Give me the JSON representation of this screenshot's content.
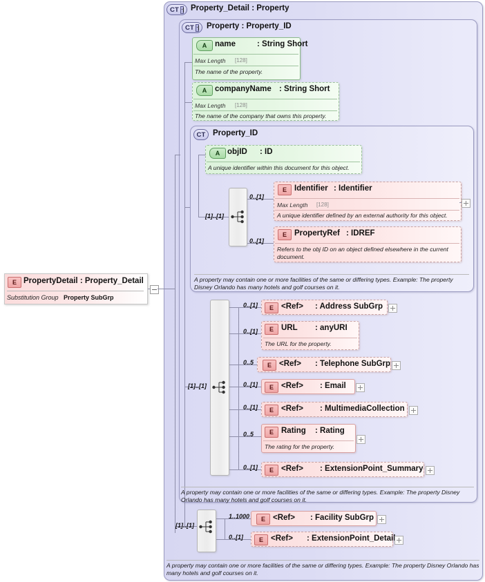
{
  "root_element": {
    "tag": "E",
    "name": "PropertyDetail",
    "type": ": Property_Detail",
    "substitution_label": "Substitution Group",
    "substitution_value": "Property SubGrp"
  },
  "outer_container": {
    "tag": "CT",
    "title": "Property_Detail : Property",
    "has_plus": true
  },
  "property_container": {
    "tag": "CT",
    "title": "Property : Property_ID",
    "has_plus": true
  },
  "attributes": [
    {
      "tag": "A",
      "name": "name",
      "type": ": String Short",
      "facet_label": "Max Length",
      "facet_value": "[128]",
      "doc": "The name of the property.",
      "style": "solid"
    },
    {
      "tag": "A",
      "name": "companyName",
      "type": ": String Short",
      "facet_label": "Max Length",
      "facet_value": "[128]",
      "doc": "The name of the company that owns this property.",
      "style": "dashed"
    }
  ],
  "property_id_container": {
    "tag": "CT",
    "title": "Property_ID",
    "has_plus": false,
    "annotation": "A property may contain one or more facilities of the same or differing types.  Example:  The property Disney Orlando has many hotels and golf courses on it."
  },
  "objid_attribute": {
    "tag": "A",
    "name": "objID",
    "type": ": ID",
    "doc": "A unique identifier within this document for this object.",
    "style": "dashed"
  },
  "choice_group_id": {
    "occurrence": "[1]..[1]",
    "symbol": "choice-symbol",
    "children": [
      {
        "tag": "E",
        "occurrence": "0..[1]",
        "name": "Identifier",
        "type": ": Identifier",
        "facet_label": "Max Length",
        "facet_value": "[128]",
        "doc": "A unique identifier defined by an external authority for this object.",
        "style": "dashed",
        "expandable": true
      },
      {
        "tag": "E",
        "occurrence": "0..[1]",
        "name": "PropertyRef",
        "type": ": IDREF",
        "doc": "Refers to the obj ID on an object defined elsewhere in the current document.",
        "style": "dashed",
        "expandable": false
      }
    ]
  },
  "choice_group_summary": {
    "occurrence": "[1]..[1]",
    "symbol": "choice-symbol",
    "annotation": "A property may contain one or more facilities of the same or differing types.  Example:  The property Disney Orlando has many hotels and golf courses on it.",
    "children": [
      {
        "tag": "E",
        "occurrence": "0..[1]",
        "name": "<Ref>",
        "type": ": Address SubGrp",
        "doc": "",
        "style": "dashed",
        "expandable": true
      },
      {
        "tag": "E",
        "occurrence": "0..[1]",
        "name": "URL",
        "type": ": anyURI",
        "doc": "The URL for the property.",
        "style": "dashed",
        "expandable": false
      },
      {
        "tag": "E",
        "occurrence": "0..5",
        "name": "<Ref>",
        "type": ": Telephone SubGrp",
        "doc": "",
        "style": "dashed",
        "expandable": true
      },
      {
        "tag": "E",
        "occurrence": "0..[1]",
        "name": "<Ref>",
        "type": ": Email",
        "doc": "",
        "style": "solid",
        "expandable": true
      },
      {
        "tag": "E",
        "occurrence": "0..[1]",
        "name": "<Ref>",
        "type": ": MultimediaCollection",
        "doc": "",
        "style": "dashed",
        "expandable": true
      },
      {
        "tag": "E",
        "occurrence": "0..5",
        "name": "Rating",
        "type": ": Rating",
        "doc": "The rating for the property.",
        "style": "solid",
        "expandable": true
      },
      {
        "tag": "E",
        "occurrence": "0..[1]",
        "name": "<Ref>",
        "type": ": ExtensionPoint_Summary",
        "doc": "",
        "style": "dashed",
        "expandable": true
      }
    ]
  },
  "choice_group_detail": {
    "occurrence": "[1]..[1]",
    "symbol": "choice-symbol",
    "annotation": "A property may contain one or more facilities of the same or differing types.  Example:  The property Disney Orlando has many hotels and golf courses on it.",
    "children": [
      {
        "tag": "E",
        "occurrence": "1..1000",
        "name": "<Ref>",
        "type": ": Facility SubGrp",
        "doc": "",
        "style": "solid",
        "expandable": true
      },
      {
        "tag": "E",
        "occurrence": "0..[1]",
        "name": "<Ref>",
        "type": ": ExtensionPoint_Detail",
        "doc": "",
        "style": "dashed",
        "expandable": true
      }
    ]
  },
  "colors": {
    "container_fill": "#dcdcf4",
    "container_border": "#9a9ac0",
    "attribute_fill": "#e1f5df",
    "attribute_border": "#8cb98c",
    "element_fill": "#fbdcdc",
    "element_border": "#d8a0a0",
    "line": "#8d8da8"
  }
}
